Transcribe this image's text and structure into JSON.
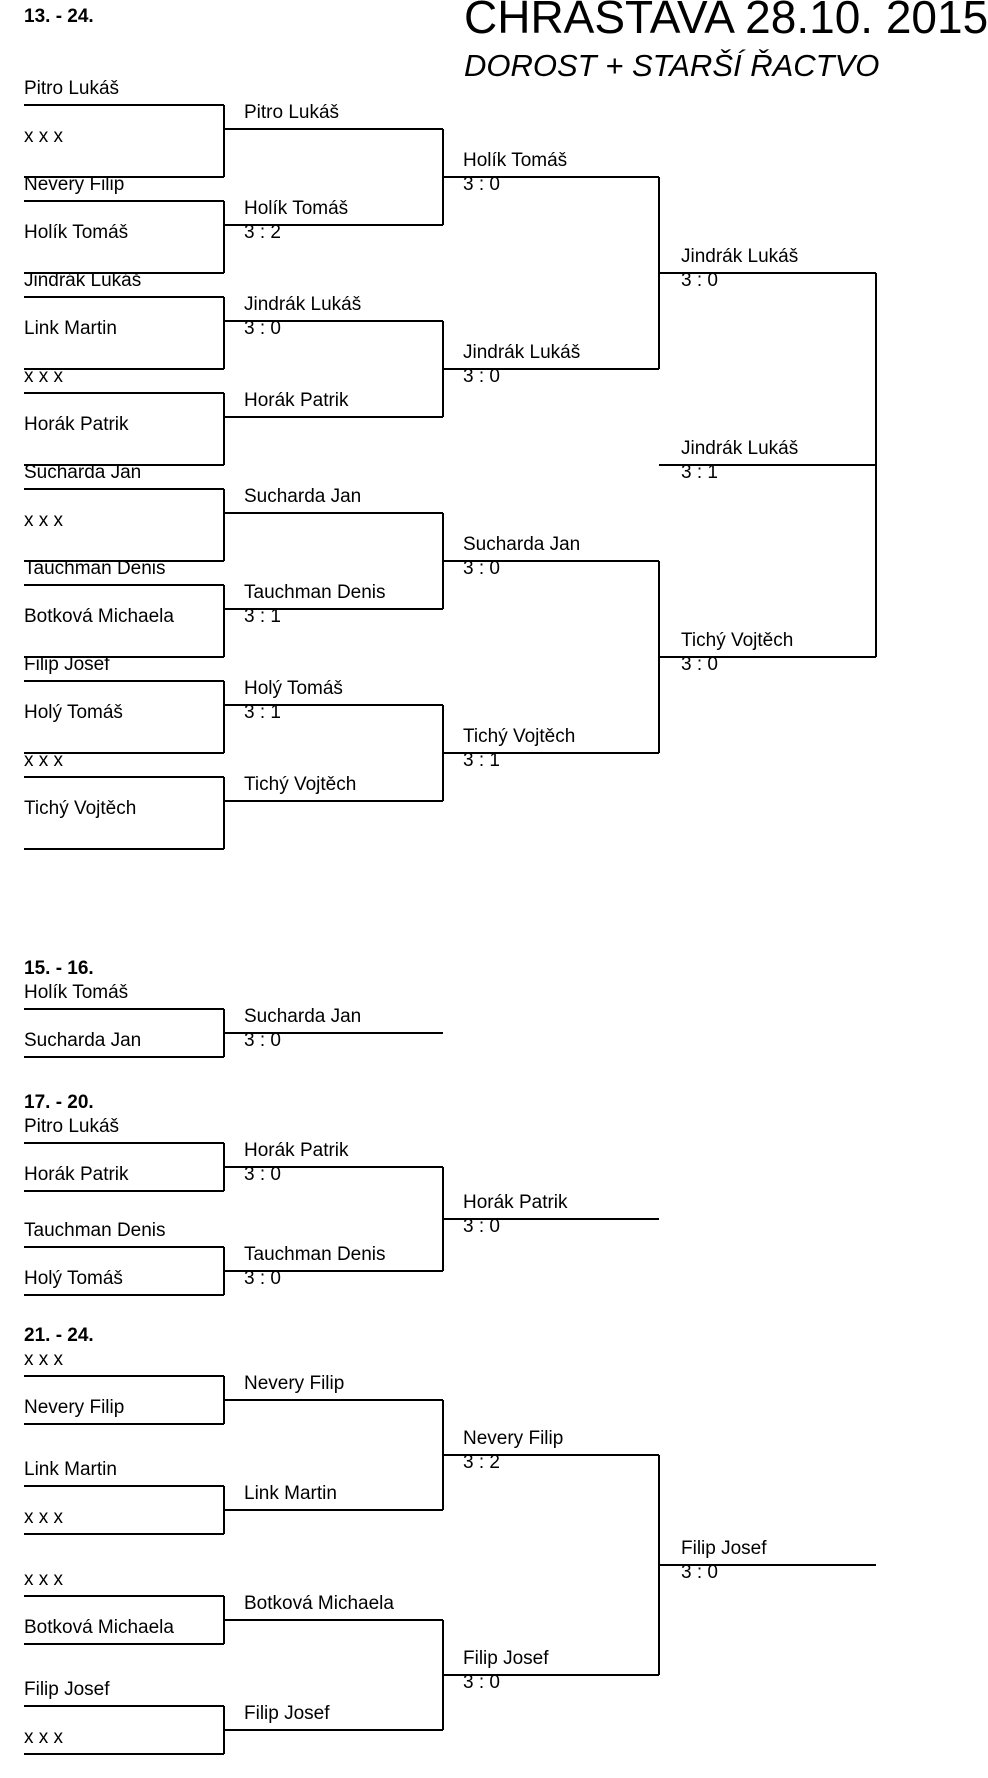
{
  "header": {
    "title": "CHRASTAVA 28.10. 2015",
    "subtitle": "DOROST + STARŠÍ ŘACTVO"
  },
  "main": {
    "label": "13. - 24.",
    "r1": [
      [
        "Pitro Lukáš",
        "x x x"
      ],
      [
        "Nevery Filip",
        "Holík Tomáš"
      ],
      [
        "Jindrák Lukáš",
        "Link Martin"
      ],
      [
        "x x x",
        "Horák Patrik"
      ],
      [
        "Sucharda Jan",
        "x x x"
      ],
      [
        "Tauchman Denis",
        "Botková Michaela"
      ],
      [
        "Filip Josef",
        "Holý Tomáš"
      ],
      [
        "x x x",
        "Tichý Vojtěch"
      ]
    ],
    "r2": [
      {
        "name": "Pitro Lukáš",
        "score": ""
      },
      {
        "name": "Holík Tomáš",
        "score": "3 : 2"
      },
      {
        "name": "Jindrák Lukáš",
        "score": "3 : 0"
      },
      {
        "name": "Horák Patrik",
        "score": ""
      },
      {
        "name": "Sucharda Jan",
        "score": ""
      },
      {
        "name": "Tauchman Denis",
        "score": "3 : 1"
      },
      {
        "name": "Holý Tomáš",
        "score": "3 : 1"
      },
      {
        "name": "Tichý Vojtěch",
        "score": ""
      }
    ],
    "r3": [
      {
        "name": "Holík Tomáš",
        "score": "3 : 0"
      },
      {
        "name": "Jindrák Lukáš",
        "score": "3 : 0"
      },
      {
        "name": "Sucharda Jan",
        "score": "3 : 0"
      },
      {
        "name": "Tichý Vojtěch",
        "score": "3 : 1"
      }
    ],
    "r4": [
      {
        "name": "Jindrák Lukáš",
        "score": "3 : 0"
      },
      {
        "name": "Tichý Vojtěch",
        "score": "3 : 0"
      }
    ],
    "r5": {
      "name": "Jindrák Lukáš",
      "score": "3 : 1"
    }
  },
  "b15": {
    "label": "15. - 16.",
    "r1": [
      [
        "Holík Tomáš",
        "Sucharda Jan"
      ]
    ],
    "r2": [
      {
        "name": "Sucharda Jan",
        "score": "3 : 0"
      }
    ]
  },
  "b17": {
    "label": "17. - 20.",
    "r1": [
      [
        "Pitro Lukáš",
        "Horák Patrik"
      ],
      [
        "Tauchman Denis",
        "Holý Tomáš"
      ]
    ],
    "r2": [
      {
        "name": "Horák Patrik",
        "score": "3 : 0"
      },
      {
        "name": "Tauchman Denis",
        "score": "3 : 0"
      }
    ],
    "r3": [
      {
        "name": "Horák Patrik",
        "score": "3 : 0"
      }
    ]
  },
  "b21": {
    "label": "21. - 24.",
    "r1": [
      [
        "x x x",
        "Nevery Filip"
      ],
      [
        "Link Martin",
        "x x x"
      ],
      [
        "x x x",
        "Botková Michaela"
      ],
      [
        "Filip Josef",
        "x x x"
      ]
    ],
    "r2": [
      {
        "name": "Nevery Filip",
        "score": ""
      },
      {
        "name": "Link Martin",
        "score": ""
      },
      {
        "name": "Botková Michaela",
        "score": ""
      },
      {
        "name": "Filip Josef",
        "score": ""
      }
    ],
    "r3": [
      {
        "name": "Nevery Filip",
        "score": "3 : 2"
      },
      {
        "name": "Filip Josef",
        "score": "3 : 0"
      }
    ],
    "r4": [
      {
        "name": "Filip Josef",
        "score": "3 : 0"
      }
    ]
  }
}
